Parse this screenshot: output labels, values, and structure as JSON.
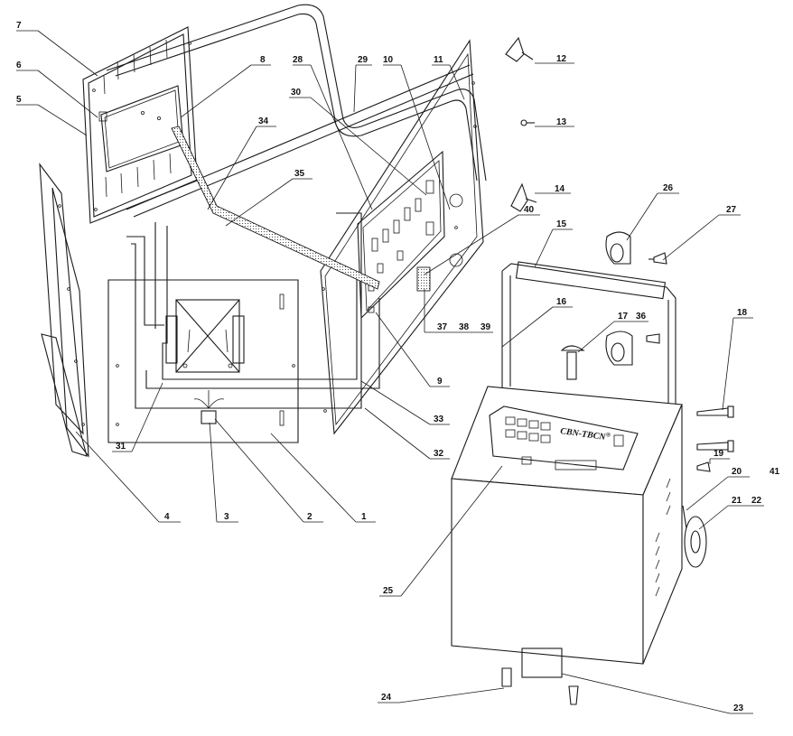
{
  "figure": {
    "brand_label": "CBN-TBCN",
    "brand_mark": "®"
  },
  "callouts": [
    {
      "id": "c7",
      "num": "7"
    },
    {
      "id": "c6",
      "num": "6"
    },
    {
      "id": "c5",
      "num": "5"
    },
    {
      "id": "c8",
      "num": "8"
    },
    {
      "id": "c28",
      "num": "28"
    },
    {
      "id": "c29",
      "num": "29"
    },
    {
      "id": "c10",
      "num": "10"
    },
    {
      "id": "c11",
      "num": "11"
    },
    {
      "id": "c12",
      "num": "12"
    },
    {
      "id": "c30",
      "num": "30"
    },
    {
      "id": "c34",
      "num": "34"
    },
    {
      "id": "c13",
      "num": "13"
    },
    {
      "id": "c35",
      "num": "35"
    },
    {
      "id": "c14",
      "num": "14"
    },
    {
      "id": "c26",
      "num": "26"
    },
    {
      "id": "c27",
      "num": "27"
    },
    {
      "id": "c40",
      "num": "40"
    },
    {
      "id": "c15",
      "num": "15"
    },
    {
      "id": "c16",
      "num": "16"
    },
    {
      "id": "c17",
      "num": "17"
    },
    {
      "id": "c36",
      "num": "36"
    },
    {
      "id": "c18",
      "num": "18"
    },
    {
      "id": "c37",
      "num": "37"
    },
    {
      "id": "c38",
      "num": "38"
    },
    {
      "id": "c39",
      "num": "39"
    },
    {
      "id": "c9",
      "num": "9"
    },
    {
      "id": "c33",
      "num": "33"
    },
    {
      "id": "c32",
      "num": "32"
    },
    {
      "id": "c31",
      "num": "31"
    },
    {
      "id": "c19",
      "num": "19"
    },
    {
      "id": "c20",
      "num": "20"
    },
    {
      "id": "c41",
      "num": "41"
    },
    {
      "id": "c21",
      "num": "21"
    },
    {
      "id": "c22",
      "num": "22"
    },
    {
      "id": "c4",
      "num": "4"
    },
    {
      "id": "c3",
      "num": "3"
    },
    {
      "id": "c2",
      "num": "2"
    },
    {
      "id": "c1",
      "num": "1"
    },
    {
      "id": "c25",
      "num": "25"
    },
    {
      "id": "c24",
      "num": "24"
    },
    {
      "id": "c23",
      "num": "23"
    }
  ]
}
